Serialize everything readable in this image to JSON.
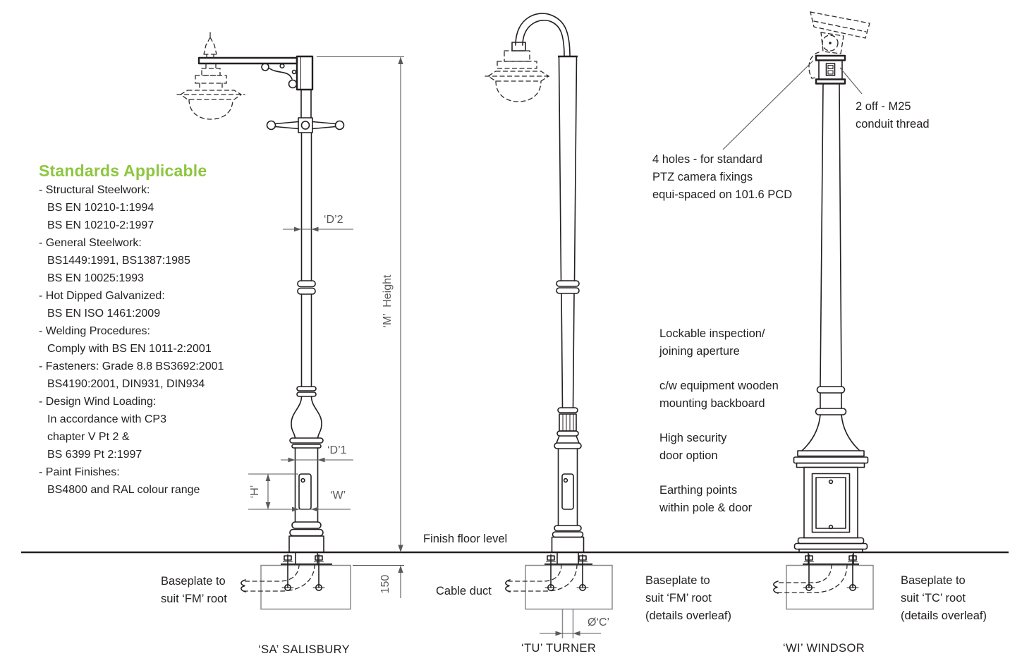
{
  "standards": {
    "heading": "Standards Applicable",
    "lines": [
      "- Structural Steelwork:",
      "BS EN 10210-1:1994",
      "BS EN 10210-2:1997",
      "- General Steelwork:",
      "BS1449:1991, BS1387:1985",
      "BS EN 10025:1993",
      "- Hot Dipped Galvanized:",
      "BS EN ISO 1461:2009",
      "- Welding Procedures:",
      "Comply with BS EN 1011-2:2001",
      "- Fasteners: Grade 8.8 BS3692:2001",
      "BS4190:2001, DIN931, DIN934",
      "- Design Wind Loading:",
      "In accordance with CP3",
      "chapter V Pt 2 &",
      "BS 6399 Pt 2:1997",
      "- Paint Finishes:",
      "BS4800 and RAL colour range"
    ]
  },
  "annotations": {
    "conduit_thread": "2 off - M25\nconduit thread",
    "ptz_fixings": "4 holes - for standard\nPTZ camera fixings\nequi-spaced on 101.6 PCD",
    "lockable_aperture": "Lockable inspection/\njoining aperture",
    "equipment_backboard": "c/w equipment wooden\nmounting backboard",
    "high_security": "High security\ndoor option",
    "earthing_points": "Earthing points\nwithin pole & door",
    "finish_floor_level": "Finish floor level",
    "cable_duct": "Cable duct",
    "baseplate_fm_salisbury": "Baseplate to\nsuit ‘FM’ root",
    "baseplate_fm_windsor": "Baseplate to\nsuit ‘FM’ root\n(details overleaf)",
    "baseplate_tc_windsor": "Baseplate to\nsuit ‘TC’ root\n(details overleaf)"
  },
  "dimensions": {
    "d2": "‘D’2",
    "d1": "‘D’1",
    "door_width": "‘W’",
    "door_height": "‘H’",
    "mounting_height": "‘M’  Height",
    "floor_to_baseplate": "150",
    "duct_diameter": "Ø‘C’"
  },
  "pole_names": {
    "salisbury": "‘SA’ SALISBURY",
    "turner": "‘TU’ TURNER",
    "windsor": "‘WI’ WINDSOR"
  },
  "colors": {
    "heading_green": "#8dc63f",
    "ink": "#231f20",
    "dim_gray": "#58595b",
    "foundation_gray": "#8a8c8f"
  }
}
